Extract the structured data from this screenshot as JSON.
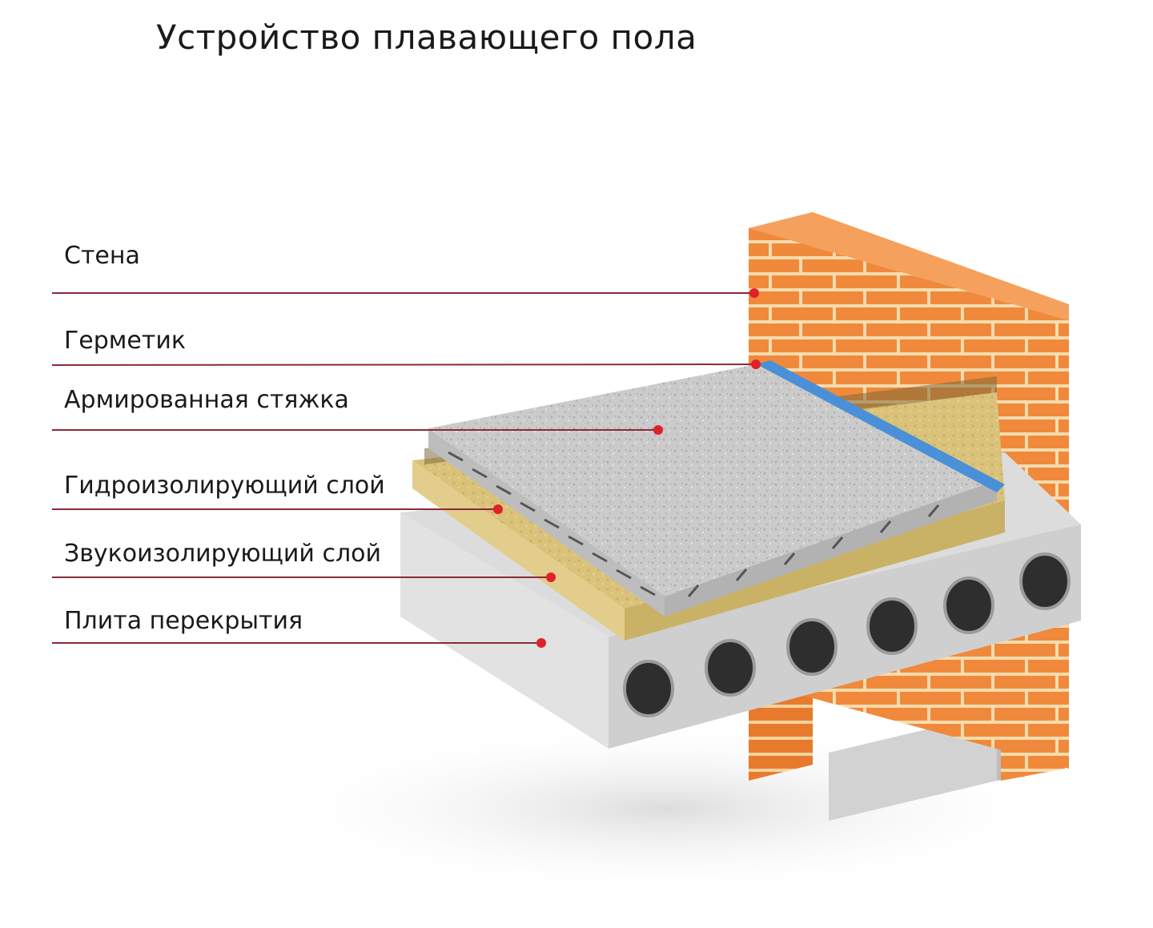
{
  "title": "Устройство плавающего пола",
  "layers": [
    {
      "label": "Стена"
    },
    {
      "label": "Герметик"
    },
    {
      "label": "Армированная стяжка"
    },
    {
      "label": "Гидроизолирующий слой"
    },
    {
      "label": "Звукоизолирующий слой"
    },
    {
      "label": "Плита перекрытия"
    }
  ],
  "colors": {
    "brick": "#f08a3c",
    "mortar": "#f7e3b5",
    "screed": "#c9c9c9",
    "sealant": "#4a90d9",
    "insulation": "#d8c274",
    "slab": "#d6d6d6",
    "leader": "#8a2a3a",
    "dot": "#e0202a"
  }
}
